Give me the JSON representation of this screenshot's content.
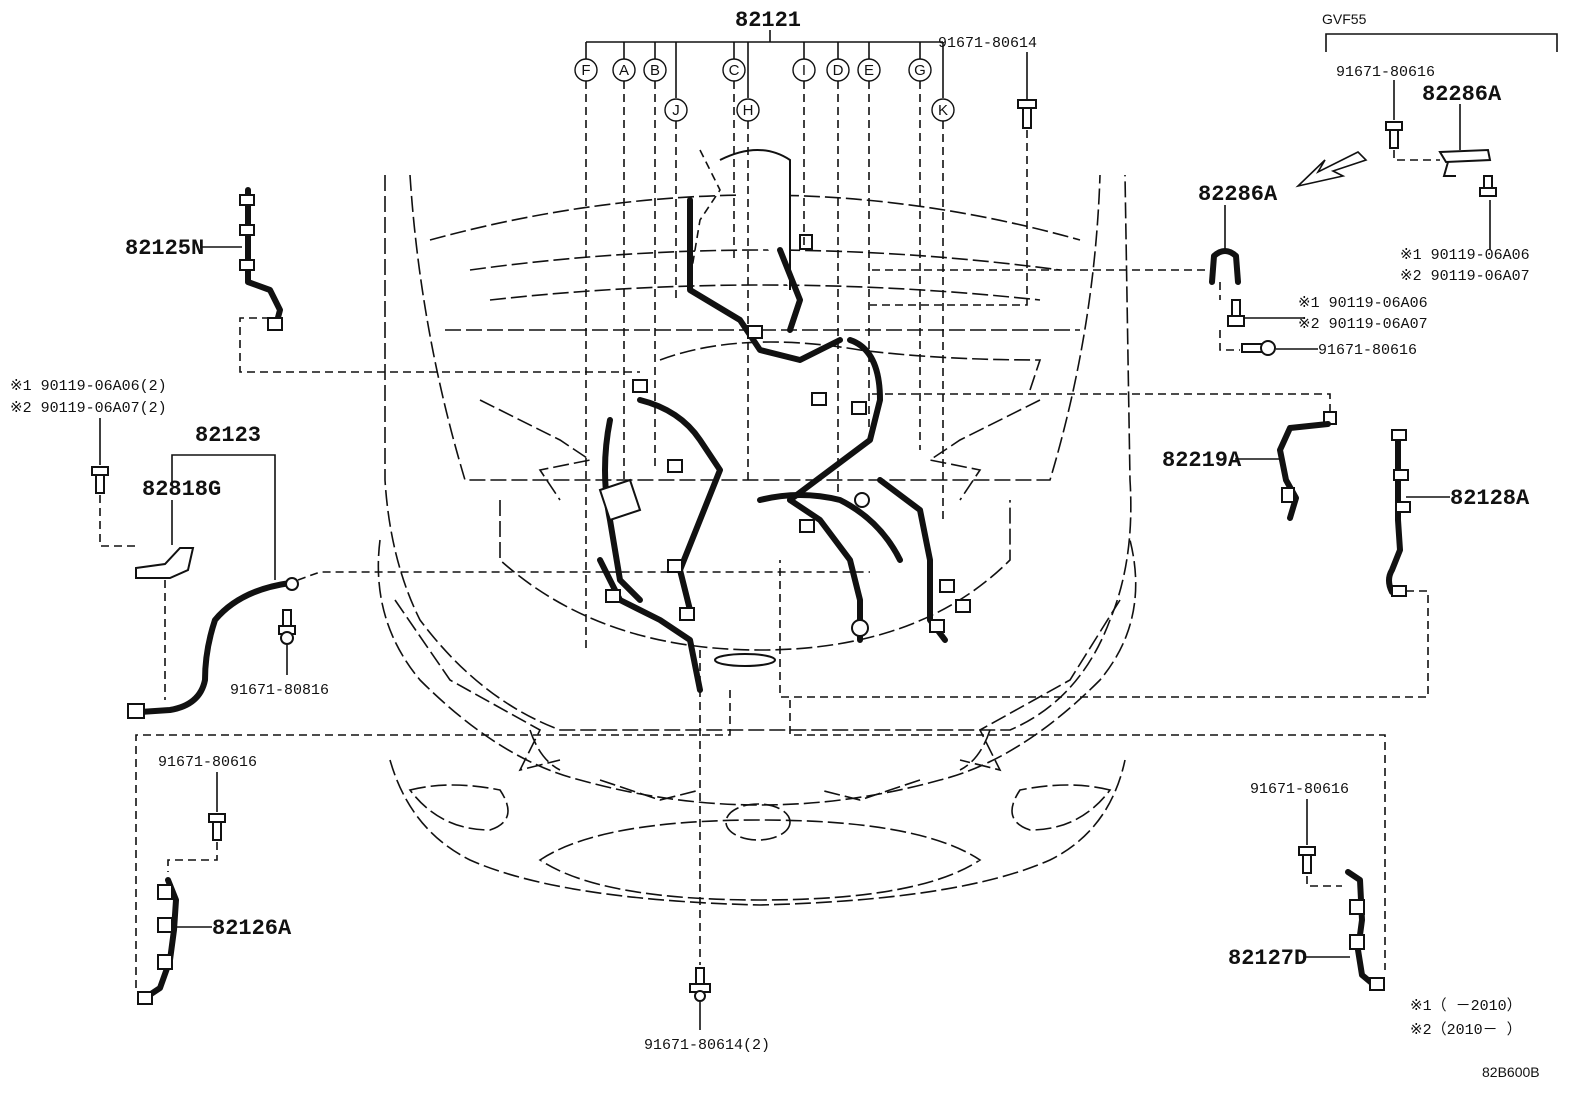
{
  "parts": {
    "main_harness": "82121",
    "bolt_80614": "91671-80614",
    "bolt_80614x2": "91671-80614(2)",
    "bolt_80616": "91671-80616",
    "bolt_80816": "91671-80816",
    "p82286A": "82286A",
    "p82219A": "82219A",
    "p82128A": "82128A",
    "p82125N": "82125N",
    "p82123": "82123",
    "p82818G": "82818G",
    "p82126A": "82126A",
    "p82127D": "82127D",
    "note1_06A06": "※1 90119-06A06",
    "note2_06A07": "※2 90119-06A07",
    "note1_06A06x2": "※1 90119-06A06(2)",
    "note2_06A07x2": "※2 90119-06A07(2)"
  },
  "callouts": {
    "F": "F",
    "A": "A",
    "B": "B",
    "J": "J",
    "C": "C",
    "H": "H",
    "I": "I",
    "D": "D",
    "E": "E",
    "G": "G",
    "K": "K"
  },
  "labels": {
    "gvf55": "GVF55",
    "diagram_code": "82B600B"
  },
  "notes": {
    "n1": "※1（   －2010）",
    "n2": "※2（2010－   ）"
  }
}
